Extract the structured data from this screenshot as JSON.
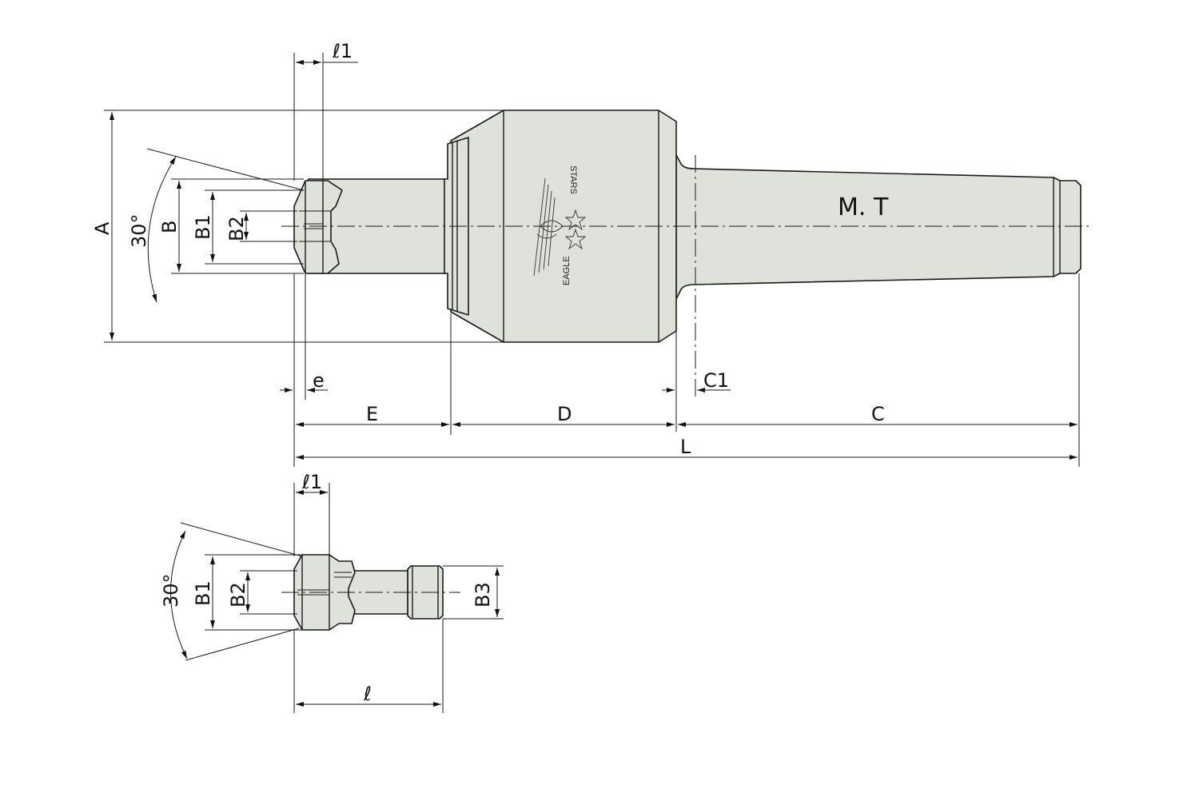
{
  "drawing": {
    "labels": {
      "A": "A",
      "B": "B",
      "B1": "B1",
      "B2": "B2",
      "angle": "30°",
      "l1": "ℓ1",
      "e": "e",
      "E": "E",
      "D": "D",
      "C": "C",
      "C1": "C1",
      "L": "L",
      "MT": "M. T"
    },
    "detail_labels": {
      "l1": "ℓ1",
      "angle": "30°",
      "B1": "B1",
      "B2": "B2",
      "B3": "B3",
      "l": "ℓ"
    },
    "logo": {
      "line1": "STARS",
      "line2": "EAGLE"
    }
  }
}
